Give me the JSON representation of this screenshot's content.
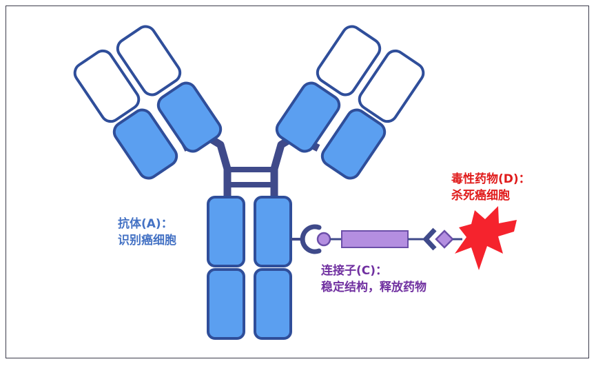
{
  "colors": {
    "frame": "#3b3b4a",
    "domain_fill": "#5b9ff0",
    "domain_stroke": "#2f4e9a",
    "empty_fill": "#ffffff",
    "hinge": "#3f4a8a",
    "linker_fill": "#b48ee0",
    "linker_stroke": "#6b4ea8",
    "drug": "#f5232d"
  },
  "labels": {
    "antibody": {
      "line1": "抗体(A)：",
      "line2": "识别癌细胞",
      "color": "#4472c4"
    },
    "linker": {
      "line1": "连接子(C)：",
      "line2": "稳定结构，释放药物",
      "color": "#7030a0"
    },
    "drug": {
      "line1": "毒性药物(D)：",
      "line2": "杀死癌细胞",
      "color": "#e01b1b"
    }
  }
}
